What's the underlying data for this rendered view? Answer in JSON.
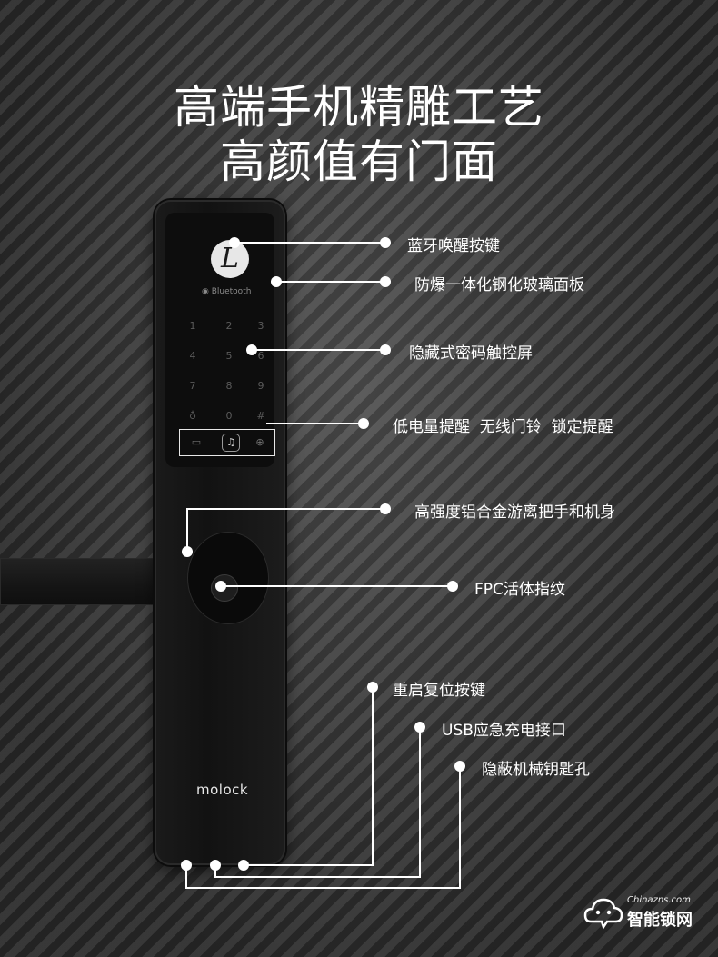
{
  "headline": {
    "line1": "高端手机精雕工艺",
    "line2": "高颜值有门面"
  },
  "lock": {
    "logo_letter": "L",
    "bluetooth_label": "Bluetooth",
    "keypad": [
      "1",
      "2",
      "3",
      "4",
      "5",
      "6",
      "7",
      "8",
      "9",
      "0",
      "#"
    ],
    "brand": "molock"
  },
  "callouts": [
    {
      "label": "蓝牙唤醒按键"
    },
    {
      "label": "防爆一体化钢化玻璃面板"
    },
    {
      "label": "隐藏式密码触控屏"
    },
    {
      "label": "低电量提醒  无线门铃  锁定提醒"
    },
    {
      "label": "高强度铝合金游离把手和机身"
    },
    {
      "label": "FPC活体指纹"
    },
    {
      "label": "重启复位按键"
    },
    {
      "label": "USB应急充电接口"
    },
    {
      "label": "隐蔽机械钥匙孔"
    }
  ],
  "watermark": {
    "url": "Chinazns.com",
    "name": "智能锁网"
  },
  "colors": {
    "text": "#ffffff",
    "lock_body": "#141414",
    "callout_line": "#ffffff"
  }
}
